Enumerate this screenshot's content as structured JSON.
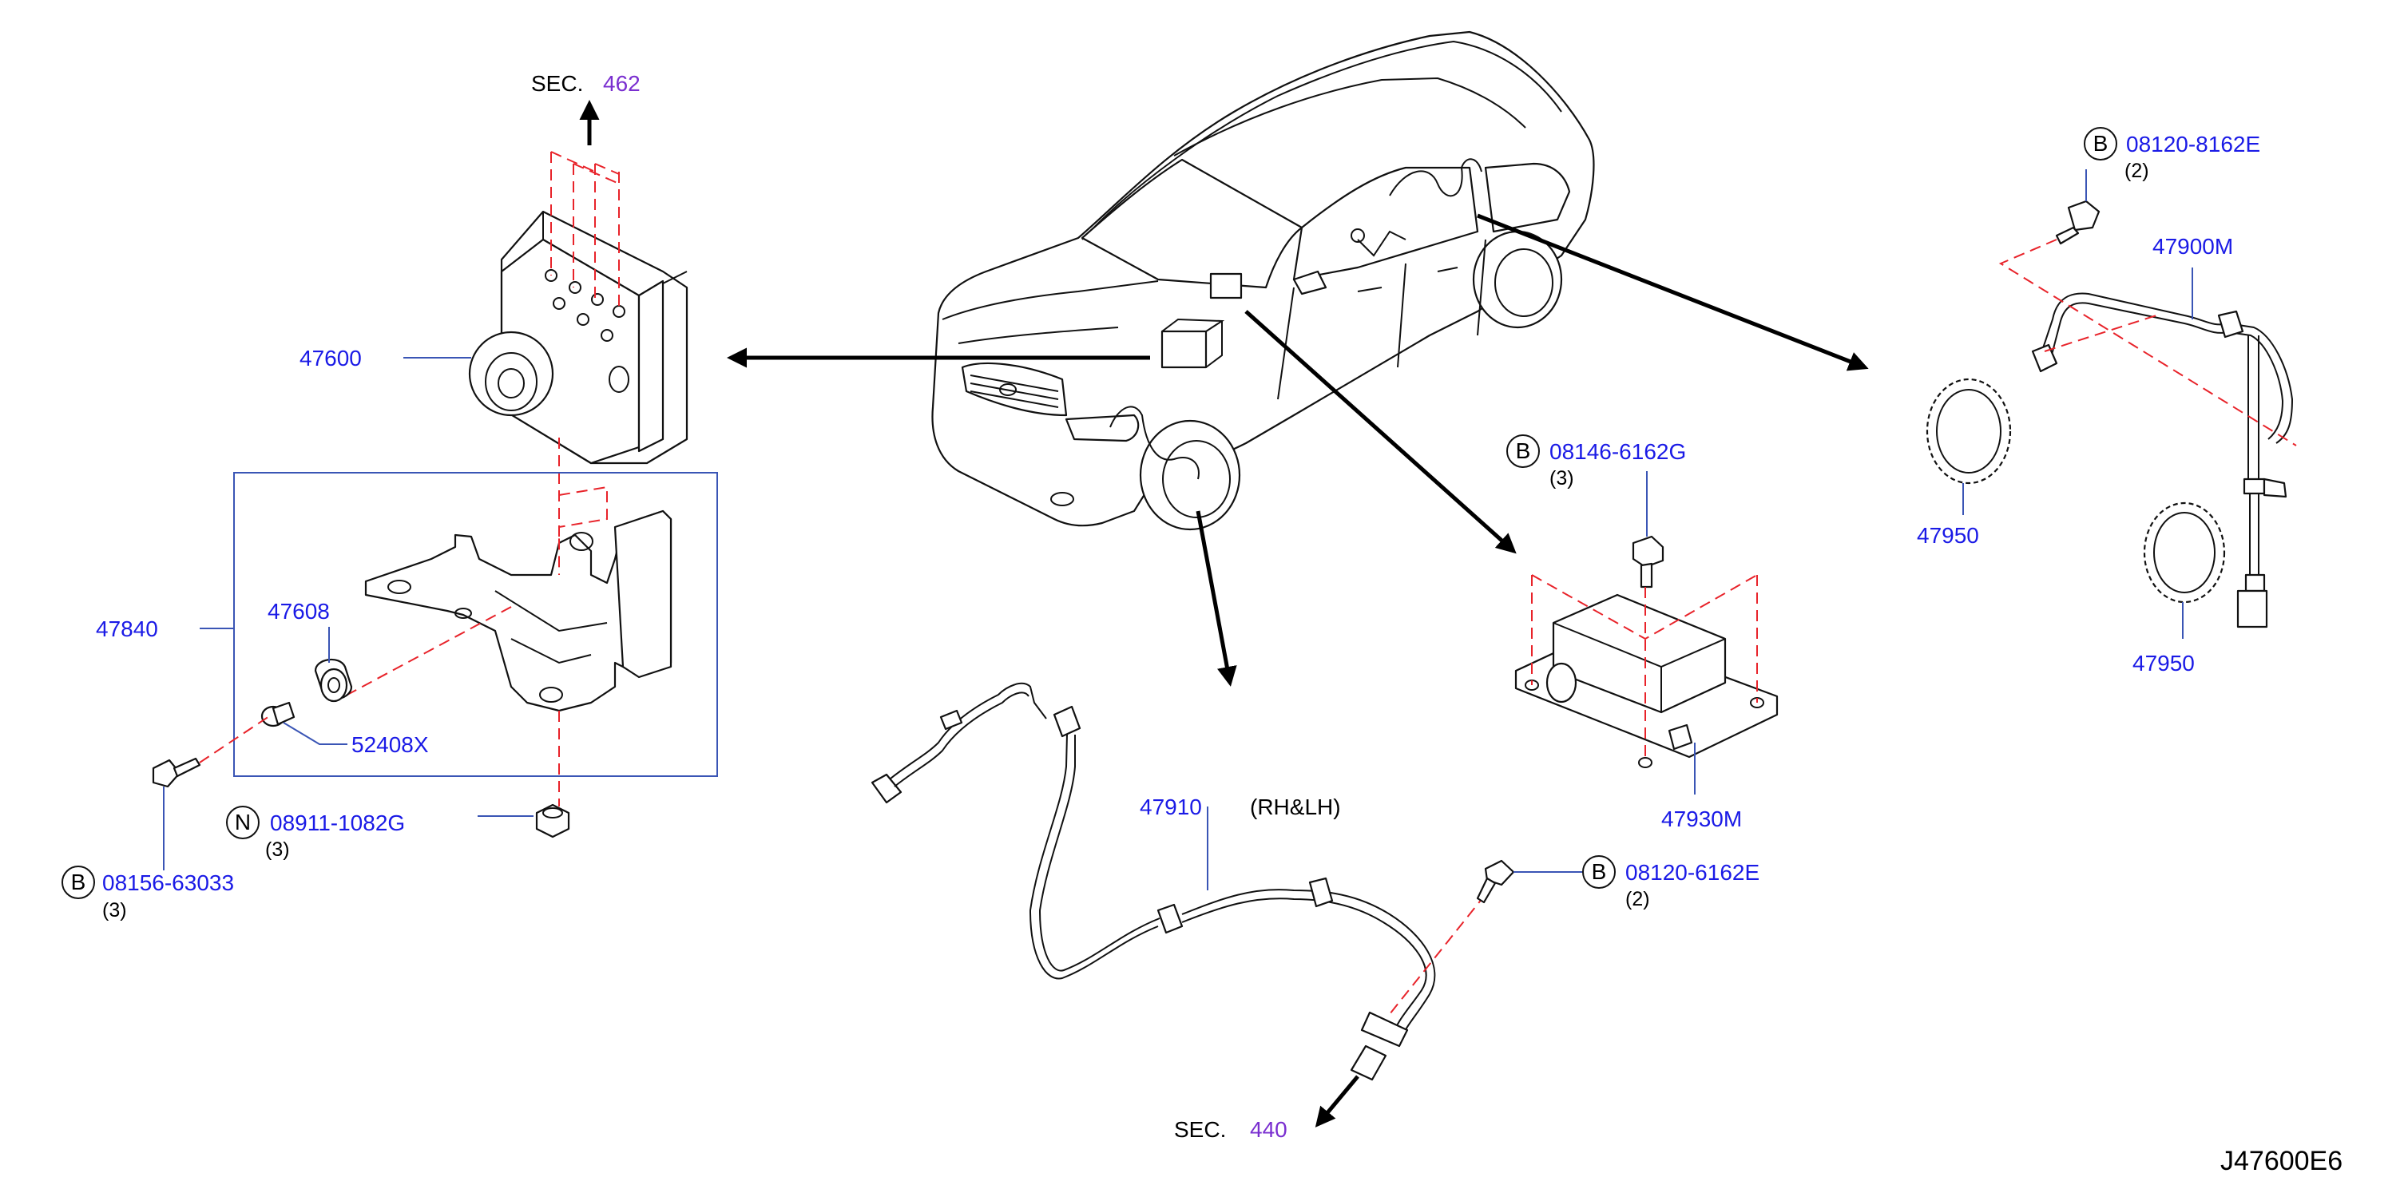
{
  "drawing_code": "J47600E6",
  "sections": [
    {
      "prefix": "SEC.",
      "number": "462"
    },
    {
      "prefix": "SEC.",
      "number": "440"
    }
  ],
  "part_numbers": {
    "actuator": "47600",
    "bracket_assy": "47840",
    "bushing": "47608",
    "collar": "52408X",
    "bolt_bracket": "08156-63033",
    "nut_bracket": "08911-1082G",
    "front_sensor": "47910",
    "front_sensor_note": "(RH&LH)",
    "bolt_front_sensor": "08120-6162E",
    "yaw_sensor": "47930M",
    "bolt_yaw_sensor": "08146-6162G",
    "rear_sensor": "47900M",
    "bolt_rear_sensor": "08120-8162E",
    "sensor_rotor_1": "47950",
    "sensor_rotor_2": "47950"
  },
  "quantities": {
    "bolt_bracket": "(3)",
    "nut_bracket": "(3)",
    "bolt_front_sensor": "(2)",
    "bolt_yaw_sensor": "(3)",
    "bolt_rear_sensor": "(2)"
  },
  "symbols": {
    "bolt_bracket": "B",
    "nut_bracket": "N",
    "bolt_front_sensor": "B",
    "bolt_yaw_sensor": "B",
    "bolt_rear_sensor": "B"
  },
  "icons": {
    "vehicle": "suv-illustration-icon",
    "actuator": "abs-actuator-icon",
    "bracket": "bracket-icon",
    "front_sensor": "wheel-sensor-harness-icon",
    "yaw_sensor": "yaw-rate-sensor-icon",
    "rear_sensor": "rear-sensor-harness-icon",
    "sensor_rotor": "toothed-ring-icon",
    "bolt": "bolt-icon",
    "nut": "nut-icon"
  },
  "colors": {
    "part_number": "#1a1ae6",
    "section_number": "#7a2fd0",
    "dashed_line": "#e8232a",
    "leader_line": "#3a55b5"
  }
}
